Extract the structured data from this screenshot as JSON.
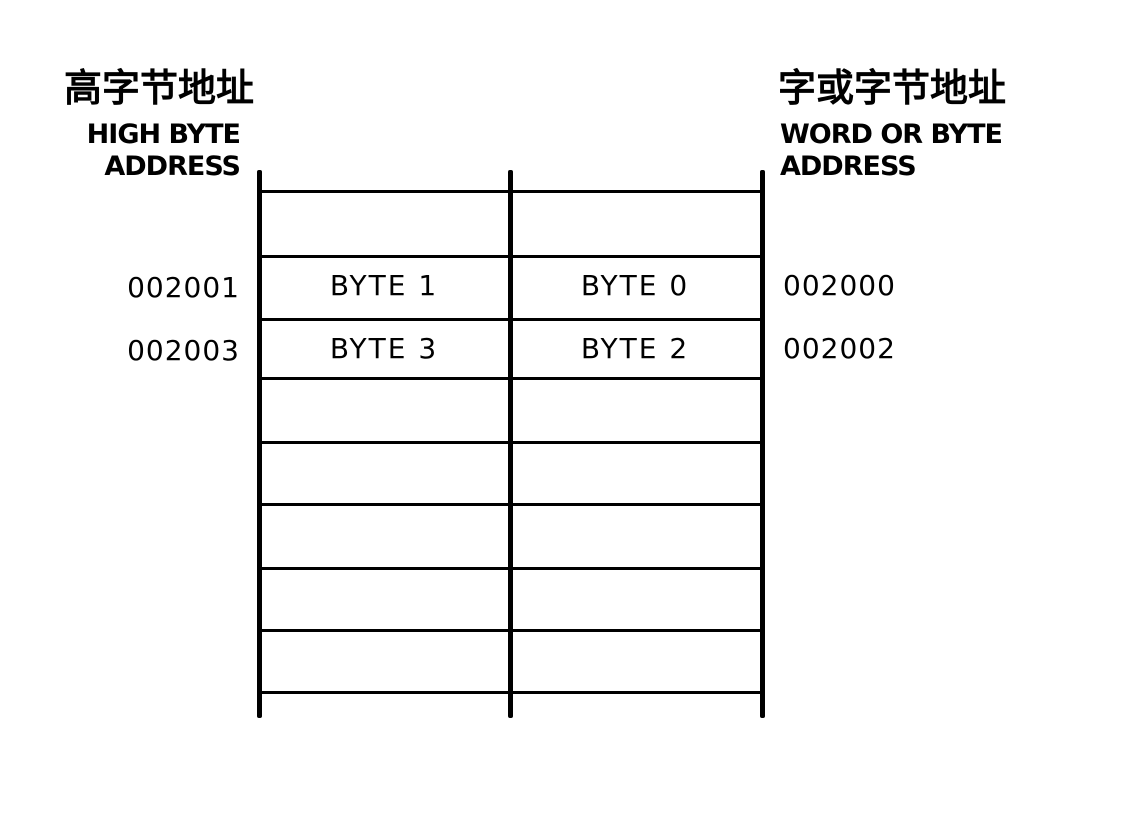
{
  "left_header": {
    "chinese": "高字节地址",
    "english_line1": "HIGH BYTE",
    "english_line2": "ADDRESS"
  },
  "right_header": {
    "chinese": "字或字节地址",
    "english_line1": "WORD OR BYTE",
    "english_line2": "ADDRESS"
  },
  "rows": [
    {
      "high_address": "",
      "high_byte": "",
      "low_byte": "",
      "word_address": ""
    },
    {
      "high_address": "002001",
      "high_byte": "BYTE  1",
      "low_byte": "BYTE  0",
      "word_address": "002000"
    },
    {
      "high_address": "002003",
      "high_byte": "BYTE  3",
      "low_byte": "BYTE  2",
      "word_address": "002002"
    },
    {
      "high_address": "",
      "high_byte": "",
      "low_byte": "",
      "word_address": ""
    },
    {
      "high_address": "",
      "high_byte": "",
      "low_byte": "",
      "word_address": ""
    },
    {
      "high_address": "",
      "high_byte": "",
      "low_byte": "",
      "word_address": ""
    },
    {
      "high_address": "",
      "high_byte": "",
      "low_byte": "",
      "word_address": ""
    },
    {
      "high_address": "",
      "high_byte": "",
      "low_byte": "",
      "word_address": ""
    }
  ]
}
